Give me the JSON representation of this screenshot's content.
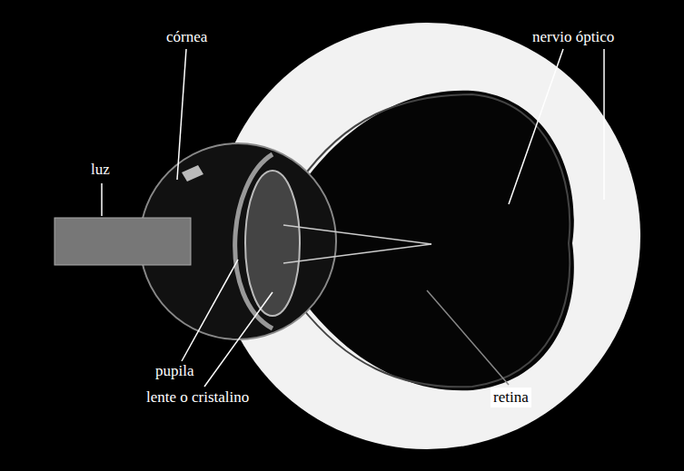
{
  "diagram": {
    "labels": [
      "córnea",
      "luz",
      "nervio óptico",
      "pupila",
      "lente o cristalino",
      "retina"
    ]
  }
}
